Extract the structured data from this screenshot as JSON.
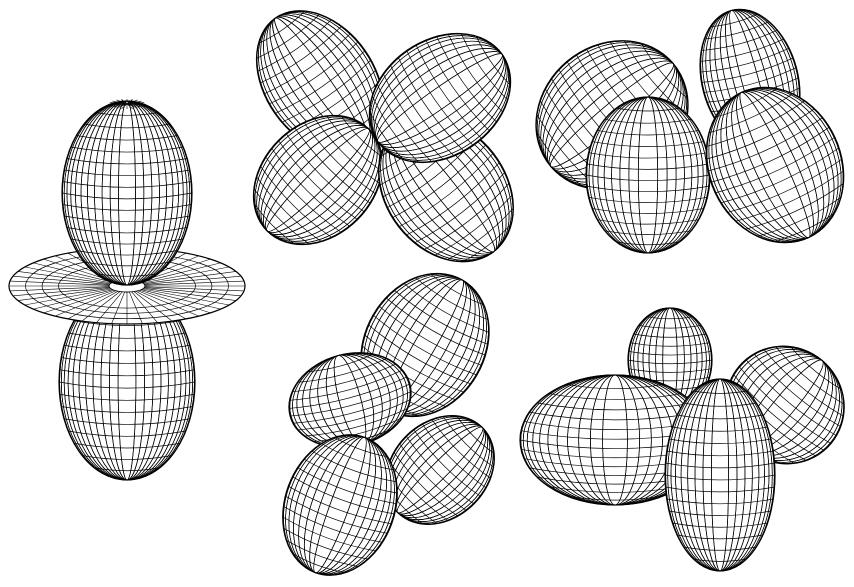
{
  "figure": {
    "background": "#ffffff",
    "line_color": "#000000",
    "fill_color": "#ffffff",
    "style": "wireframe",
    "orbitals": [
      {
        "id": "dz2",
        "shape": "dumbbell-with-torus"
      },
      {
        "id": "dxy",
        "shape": "cloverleaf"
      },
      {
        "id": "dxz",
        "shape": "cloverleaf"
      },
      {
        "id": "dyz",
        "shape": "cloverleaf"
      },
      {
        "id": "dx2y2",
        "shape": "cloverleaf"
      }
    ]
  }
}
